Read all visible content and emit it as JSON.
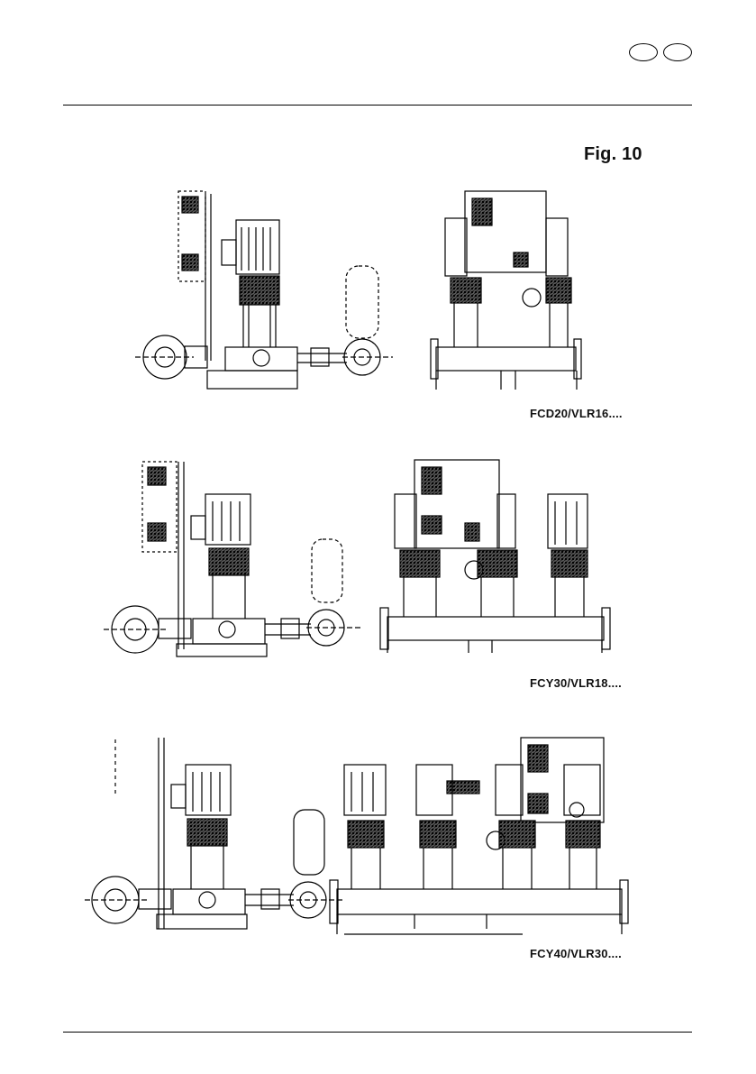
{
  "page": {
    "figure_label": "Fig. 10",
    "captions": [
      "FCD20/VLR16....",
      "FCY30/VLR18....",
      "FCY40/VLR30...."
    ]
  }
}
